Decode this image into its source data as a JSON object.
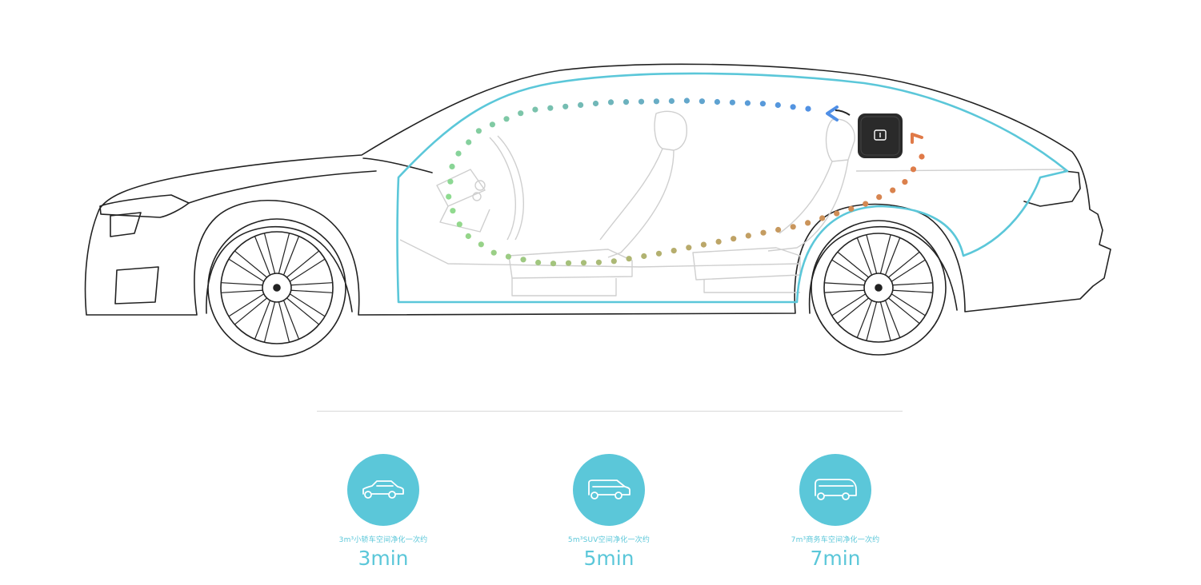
{
  "colors": {
    "accent": "#5bc7d9",
    "outline": "#222222",
    "interior": "#cfcfcf",
    "device": "#2a2a2a",
    "flow_start": "#e07a48",
    "flow_mid": "#8fdc8f",
    "flow_end": "#4f8fe6",
    "caption": "#5bc7d9"
  },
  "device_logo": "mi-logo",
  "icons": [
    "sedan-icon",
    "suv-icon",
    "van-icon"
  ],
  "stats": [
    {
      "icon": "sedan-icon",
      "caption": "3m³小轿车空间净化一次约",
      "time": "3min"
    },
    {
      "icon": "suv-icon",
      "caption": "5m³SUV空间净化一次约",
      "time": "5min"
    },
    {
      "icon": "van-icon",
      "caption": "7m³商务车空间净化一次约",
      "time": "7min"
    }
  ]
}
